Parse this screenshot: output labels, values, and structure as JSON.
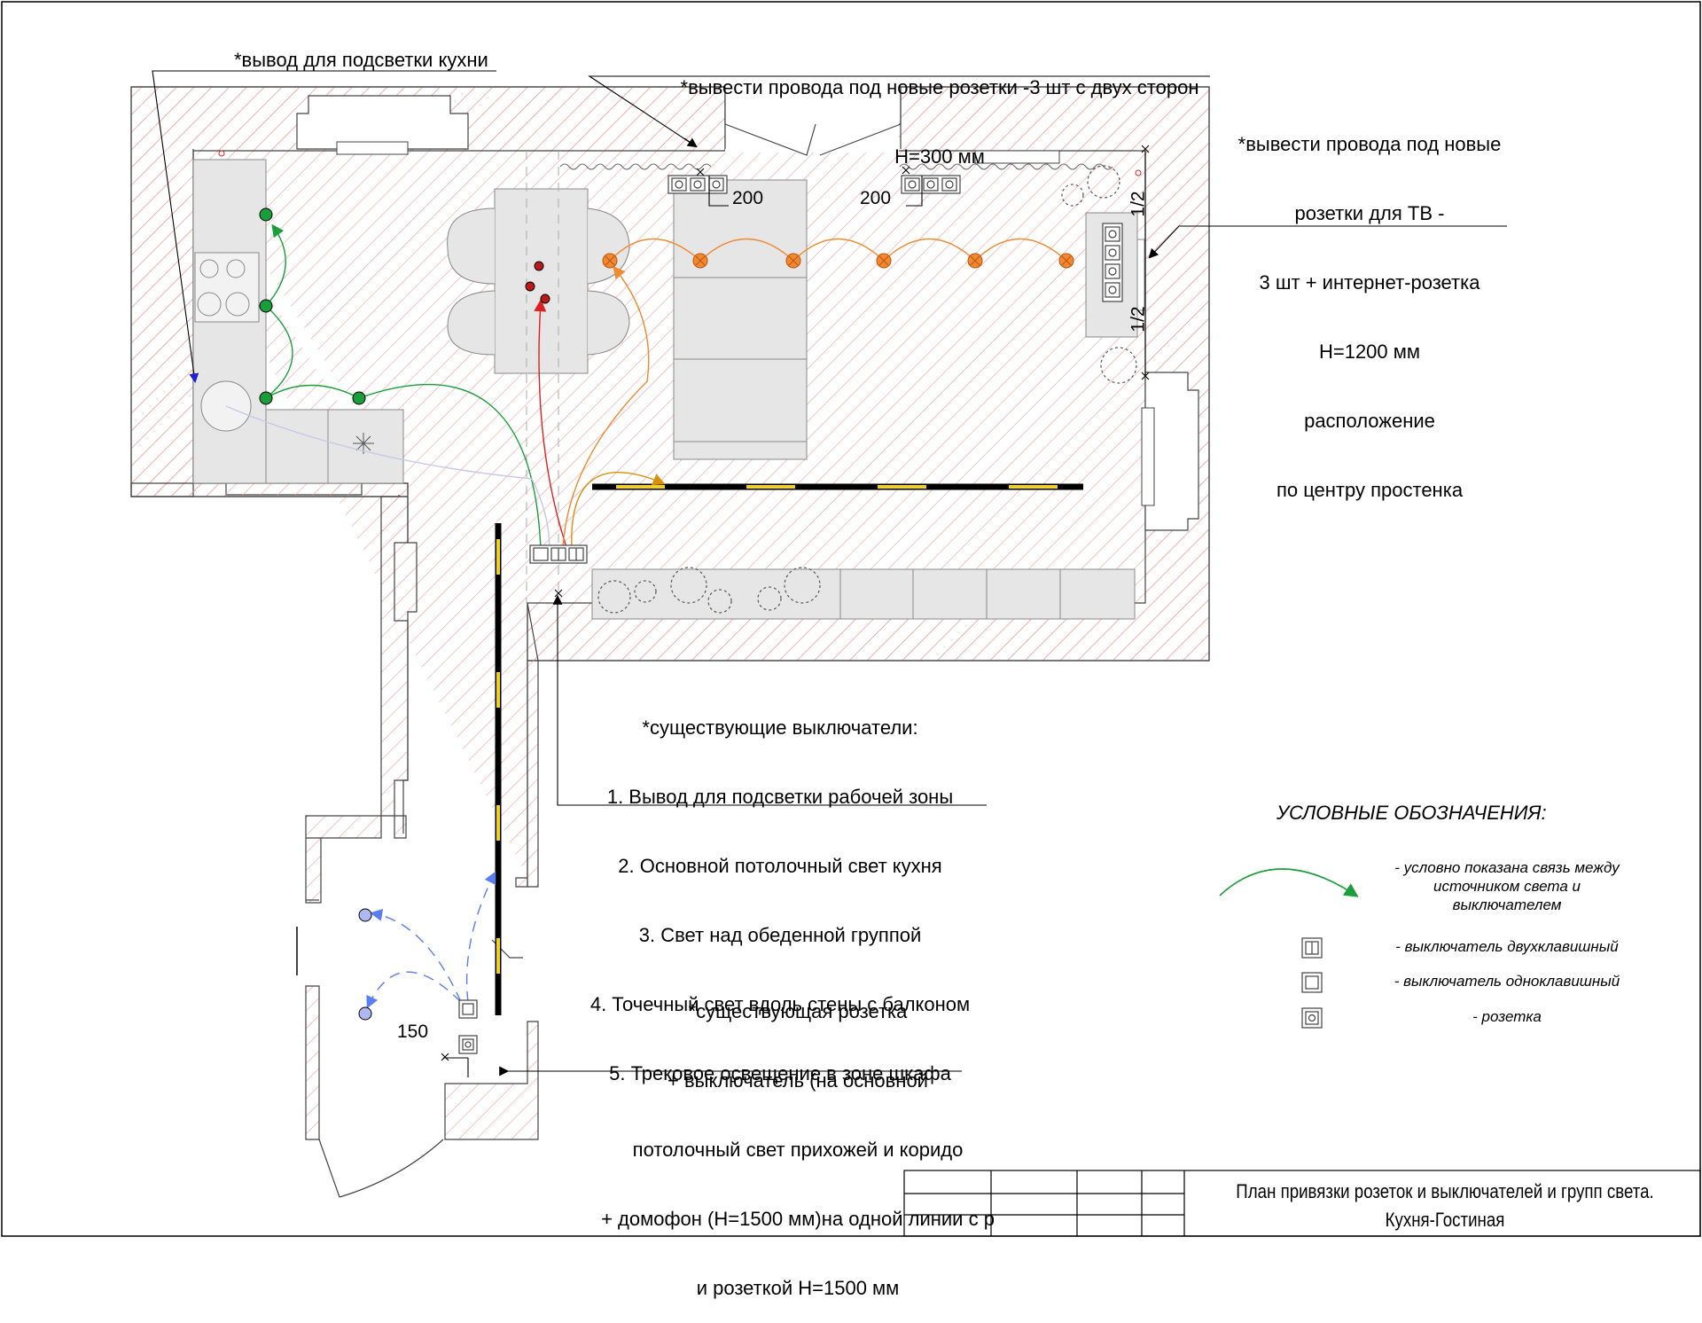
{
  "colors": {
    "wall_hatch": "#e8a0a0",
    "furniture": "#e6e6e6",
    "green_link": "#1a9e3a",
    "orange_link": "#f08a30",
    "red_link": "#e02020",
    "blue_link": "#5a7ef0",
    "gold_link": "#d89010",
    "track_yellow": "#f0d020"
  },
  "notes": {
    "kitchen_light_outlet": "*вывод для подсветки кухни",
    "sockets_both_sides_line1": "*вывести провода под новые розетки -3 шт с двух сторон",
    "sockets_both_sides_line2": "Н=300 мм",
    "tv_sockets": [
      "*вывести провода под новые",
      "розетки для ТВ -",
      "3 шт + интернет-розетка",
      "Н=1200 мм",
      "расположение",
      "по центру простенка"
    ],
    "existing_switches": [
      "*существующие выключатели:",
      "1. Вывод для подсветки рабочей зоны",
      "2. Основной потолочный свет кухня",
      "3. Свет над обеденной группой",
      "4. Точечный свет вдоль стены с балконом",
      "5. Трековое освещение в зоне шкафа"
    ],
    "existing_socket": [
      "*существующая розетка",
      "+ выключатель (на основной",
      "потолочный свет прихожей и коридо",
      "+ домофон (Н=1500 мм)на одной линии с р",
      "и розеткой Н=1500 мм"
    ]
  },
  "dimensions": {
    "left_200": "200",
    "right_200": "200",
    "half_top": "1/2",
    "half_bottom": "1/2",
    "dim_150": "150"
  },
  "legend": {
    "title": "УСЛОВНЫЕ ОБОЗНАЧЕНИЯ:",
    "link_desc": "- условно показана связь между\nисточником света и\nвыключателем",
    "double_switch": "- выключатель двухклавишный",
    "single_switch": "- выключатель одноклавишный",
    "socket": "- розетка"
  },
  "title_block": {
    "line1": "План привязки розеток и выключателей и групп света.",
    "line2": "Кухня-Гостиная"
  }
}
